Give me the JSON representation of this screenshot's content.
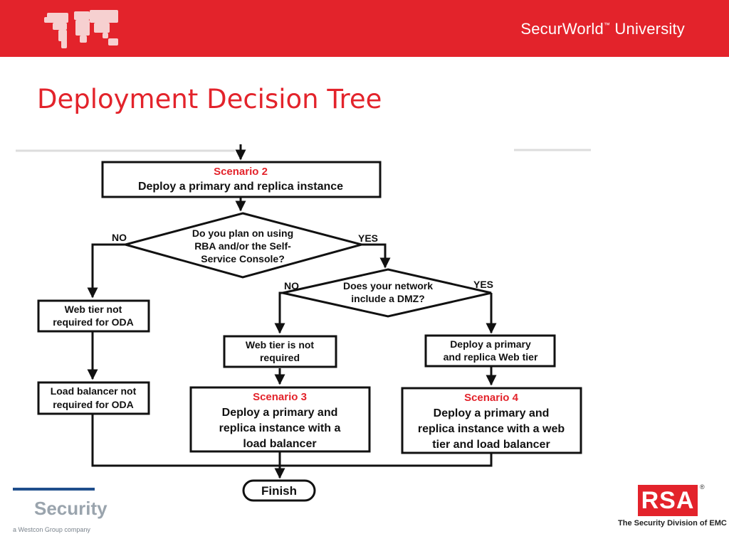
{
  "header": {
    "brand": "SecurWorld",
    "brand_tm": "™",
    "brand_suffix": " University"
  },
  "slide": {
    "title": "Deployment Decision Tree"
  },
  "diagram": {
    "scenario2_label": "Scenario 2",
    "scenario2_text": "Deploy a primary and replica instance",
    "q1_lines": [
      "Do you plan on using",
      "RBA and/or the Self-",
      "Service Console?"
    ],
    "q1_no": "NO",
    "q1_yes": "YES",
    "q2_lines": [
      "Does your network",
      "include a DMZ?"
    ],
    "q2_no": "NO",
    "q2_yes": "YES",
    "web_not_req_oda": [
      "Web tier not",
      "required for ODA"
    ],
    "lb_not_req_oda": [
      "Load balancer not",
      "required for ODA"
    ],
    "web_not_req": [
      "Web tier is not",
      "required"
    ],
    "deploy_web": [
      "Deploy a primary",
      "and replica Web tier"
    ],
    "scenario3_label": "Scenario 3",
    "scenario3_lines": [
      "Deploy a primary and",
      "replica instance with a",
      "load balancer"
    ],
    "scenario4_label": "Scenario 4",
    "scenario4_lines": [
      "Deploy a primary and",
      "replica instance with a web",
      "tier and load balancer"
    ],
    "finish": "Finish"
  },
  "footer": {
    "westcon_brand": "Security",
    "westcon_sub": "a Westcon Group company",
    "rsa_logo": "RSA",
    "rsa_reg": "®",
    "rsa_tagline": "The Security Division of EMC"
  },
  "colors": {
    "accent_red": "#e3232b",
    "westcon_blue": "#1f4e8c",
    "westcon_gray": "#9aa4ad"
  }
}
